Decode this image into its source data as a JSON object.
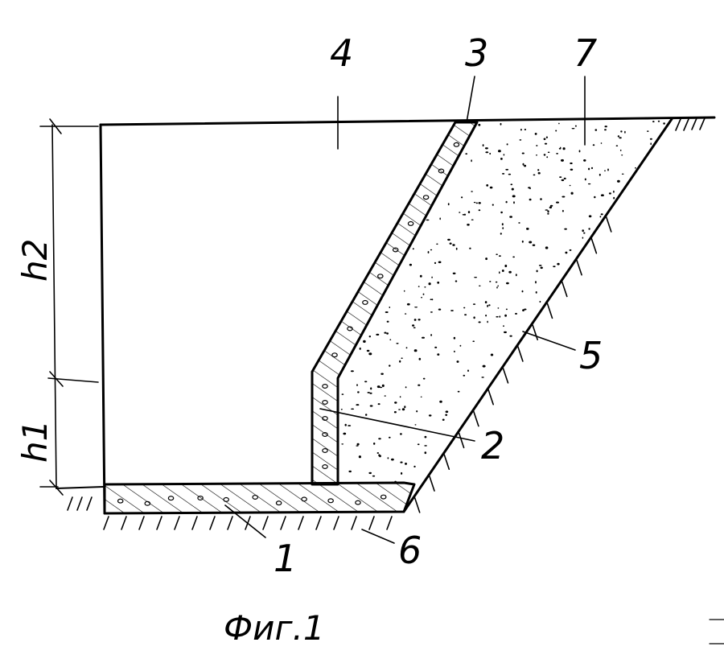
{
  "labels": {
    "n1": "1",
    "n2": "2",
    "n3": "3",
    "n4": "4",
    "n5": "5",
    "n6": "6",
    "n7": "7",
    "h1": "h1",
    "h2": "h2"
  },
  "caption": "Фиг.1",
  "colors": {
    "ink": "#000000",
    "paper": "#ffffff"
  }
}
